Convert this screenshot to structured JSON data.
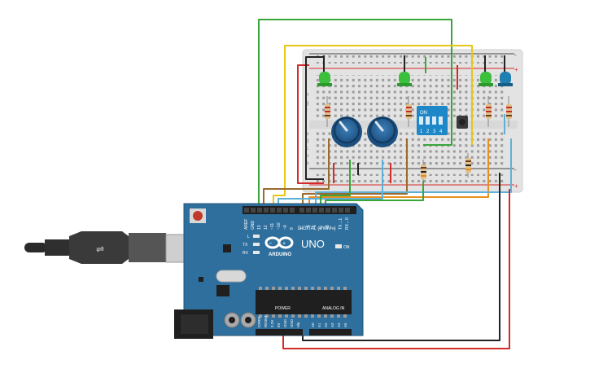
{
  "board": {
    "brand": "ARDUINO",
    "model": "UNO",
    "on_label": "ON",
    "l_label": "L",
    "tx_label": "TX",
    "rx_label": "RX",
    "digital_label": "DIGITAL (PWM~)",
    "power_label": "POWER",
    "analog_label": "ANALOG IN",
    "aref_label": "AREF",
    "gnd_label": "GND",
    "digital_pins": [
      "13",
      "12",
      "~11",
      "~10",
      "~9",
      "8",
      "7",
      "~6",
      "~5",
      "4",
      "~3",
      "2",
      "TX→1",
      "RX←0"
    ],
    "power_pins": [
      "IOREF",
      "RESET",
      "3.3V",
      "5V",
      "GND",
      "GND",
      "Vin"
    ],
    "analog_pins": [
      "A0",
      "A1",
      "A2",
      "A3",
      "A4",
      "A5"
    ]
  },
  "dip_switch": {
    "on_label": "ON",
    "numbers": [
      "1",
      "2",
      "3",
      "4"
    ]
  },
  "breadboard": {
    "row_letters_top": [
      "j",
      "i",
      "h",
      "g",
      "f"
    ],
    "row_letters_bottom": [
      "e",
      "d",
      "c",
      "b",
      "a"
    ],
    "rail_plus": "+",
    "rail_minus": "-"
  },
  "colors": {
    "board_blue": "#2e6f9e",
    "breadboard": "#e6e6e6",
    "wire_green": "#3aa53a",
    "wire_yellow": "#e6c619",
    "wire_red": "#d42a2a",
    "wire_black": "#222222",
    "wire_orange": "#e8901f",
    "wire_brown": "#9a6a2f",
    "wire_blue": "#5fb0d8",
    "led_green": "#3cbf3c",
    "led_blue": "#1f7fb0"
  }
}
